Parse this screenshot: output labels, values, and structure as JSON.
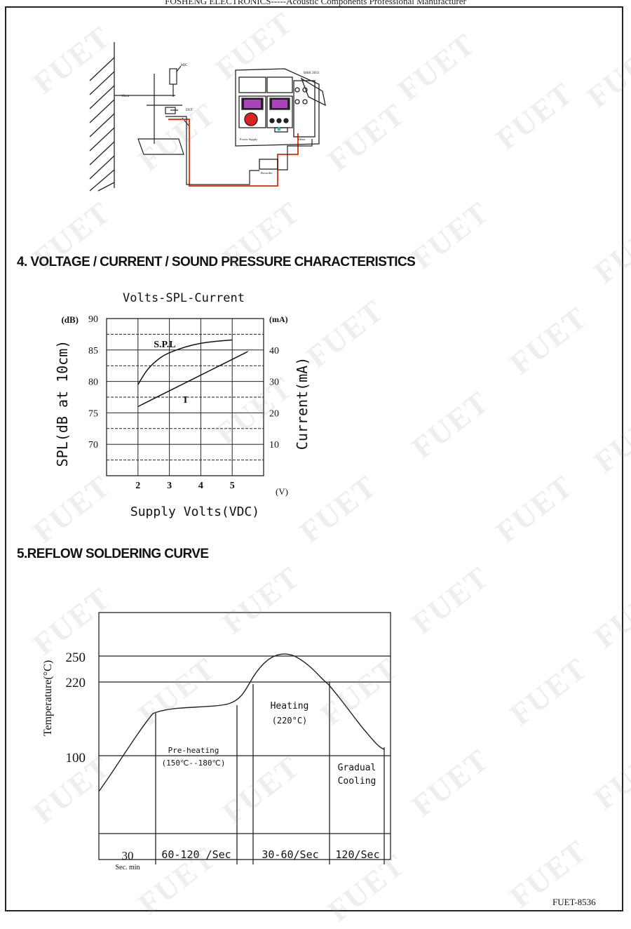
{
  "header": {
    "company_line": "FOSHENG ELECTRONICS-----Acoustic Components Professional Manufacturer"
  },
  "diagram": {
    "labels": [
      "10cm",
      "MIC",
      "DUT",
      "B&K 2033",
      "Power Supply",
      "Recorder",
      "Meter"
    ]
  },
  "section4": {
    "heading": "4. VOLTAGE / CURRENT / SOUND PRESSURE CHARACTERISTICS",
    "chart_data": {
      "type": "line",
      "title": "Volts-SPL-Current",
      "xlabel": "Supply Volts(VDC)",
      "xunit": "(V)",
      "ylabel_left": "SPL(dB at 10cm)",
      "ylabel_right": "Current(mA)",
      "yunit_left": "(dB)",
      "yunit_right": "(mA)",
      "xlim": [
        1,
        6
      ],
      "xticks": [
        "2",
        "3",
        "4",
        "5"
      ],
      "xtick_values": [
        2,
        3,
        4,
        5
      ],
      "ylim_left": [
        65,
        90
      ],
      "yticks_left": [
        "90",
        "85",
        "80",
        "75",
        "70"
      ],
      "ytick_values_left": [
        90,
        85,
        80,
        75,
        70
      ],
      "ylim_right": [
        0,
        50
      ],
      "yticks_right": [
        "(mA)",
        "40",
        "30",
        "20",
        "10"
      ],
      "ytick_values_right": [
        50,
        40,
        30,
        20,
        10
      ],
      "grid": true,
      "series": [
        {
          "name": "S.P.L",
          "axis": "left",
          "label": "S.P.L",
          "x": [
            2.0,
            2.3,
            2.7,
            3.0,
            3.5,
            4.0,
            4.5,
            5.0
          ],
          "y": [
            79.5,
            82.0,
            83.8,
            84.6,
            85.5,
            86.1,
            86.4,
            86.6
          ]
        },
        {
          "name": "I",
          "axis": "right",
          "label": "I",
          "x": [
            2.0,
            2.5,
            3.0,
            3.5,
            4.0,
            4.5,
            5.0,
            5.5
          ],
          "y": [
            22.0,
            24.5,
            27.0,
            29.5,
            32.0,
            34.5,
            37.0,
            39.5
          ]
        }
      ]
    }
  },
  "section5": {
    "heading": "5.REFLOW SOLDERING CURVE",
    "chart_data": {
      "type": "line",
      "title": "",
      "ylabel": "Temperature(°C)",
      "yticks": [
        "250",
        "220",
        "100"
      ],
      "ytick_values": [
        250,
        220,
        100
      ],
      "annotations": [
        {
          "text": "Pre-heating",
          "sub": "(150℃--180℃)"
        },
        {
          "text": "Heating",
          "sub": "(220°C)"
        },
        {
          "text": "Gradual",
          "sub": "Cooling"
        }
      ],
      "zones": [
        "30",
        "60-120 /Sec",
        "30-60/Sec",
        "120/Sec"
      ],
      "zone_sub": "Sec. min"
    }
  },
  "footer": {
    "part_number": "FUET-8536"
  },
  "watermark": {
    "text": "FUET"
  }
}
